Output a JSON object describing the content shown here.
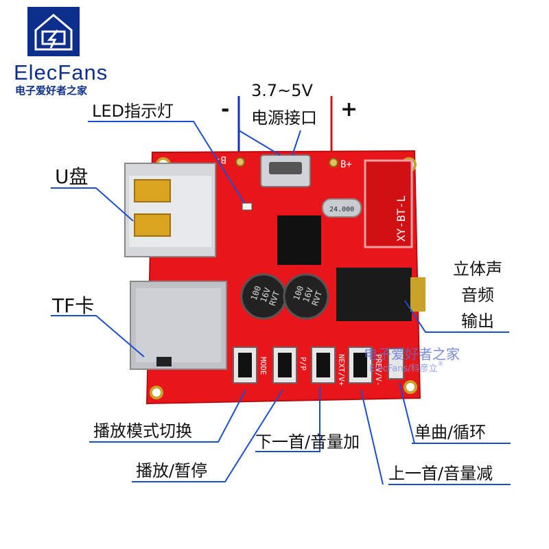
{
  "logo": {
    "name": "ElecFans",
    "subtitle": "电子爱好者之家"
  },
  "power": {
    "voltage": "3.7~5V",
    "minus": "-",
    "plus": "+"
  },
  "labels": {
    "led": "LED指示灯",
    "power_port": "电源接口",
    "usb": "U盘",
    "tf": "TF卡",
    "audio_1": "立体声",
    "audio_2": "音频",
    "audio_3": "输出",
    "mode": "播放模式切换",
    "play_pause": "播放/暂停",
    "next_vol_up": "下一首/音量加",
    "prev_vol_down": "上一首/音量减",
    "single_loop": "单曲/循环"
  },
  "board": {
    "model": "XY-BT-L",
    "crystal": "24.000",
    "cap_1": [
      "100",
      "16V",
      "RVT"
    ],
    "cap_2": [
      "100",
      "16V",
      "RVT"
    ],
    "pad_minus": "B-",
    "pad_plus": "B+",
    "btn_1": "MODE",
    "btn_2": "P/P",
    "btn_3": "NEXT/V+",
    "btn_4": "PREV/V-"
  },
  "watermark": {
    "line1": "电子爱好者之家",
    "line2": "ElecFans/科彦立"
  },
  "colors": {
    "pcb": "#e8161b",
    "brand": "#0d2f8c",
    "wire_red": "#e01010",
    "wire_blue": "#1030c0"
  }
}
